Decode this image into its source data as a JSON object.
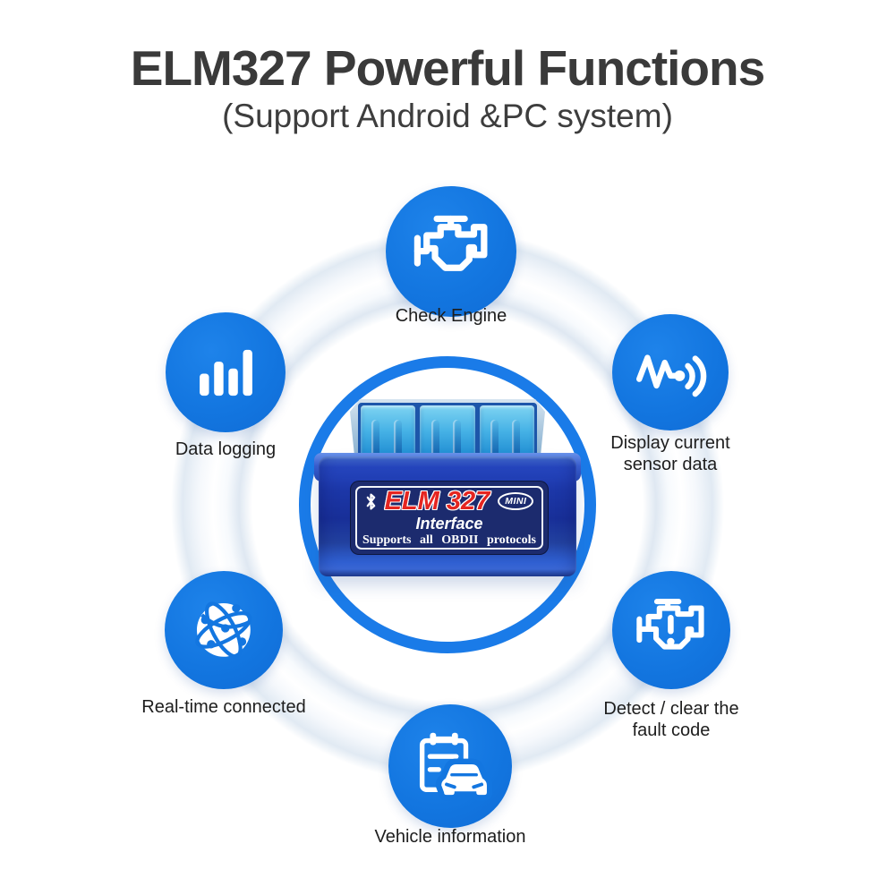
{
  "header": {
    "title": "ELM327 Powerful Functions",
    "subtitle": "(Support Android &PC system)"
  },
  "features": [
    {
      "name": "check-engine",
      "icon": "engine-icon",
      "label": [
        "Check Engine"
      ]
    },
    {
      "name": "data-logging",
      "icon": "bar-chart-icon",
      "label": [
        "Data logging"
      ]
    },
    {
      "name": "sensor-data",
      "icon": "waveform-signal-icon",
      "label": [
        "Display current",
        "sensor data"
      ]
    },
    {
      "name": "realtime",
      "icon": "globe-network-icon",
      "label": [
        "Real-time connected"
      ]
    },
    {
      "name": "fault-code",
      "icon": "engine-warning-icon",
      "label": [
        "Detect / clear the",
        "fault code"
      ]
    },
    {
      "name": "vehicle-info",
      "icon": "clipboard-car-icon",
      "label": [
        "Vehicle information"
      ]
    }
  ],
  "device": {
    "bluetooth_icon": "bluetooth-icon",
    "brand": "ELM 327",
    "badge": "MINI",
    "line2": "Interface",
    "line3": "Supports  all  OBDII  protocols"
  },
  "colors": {
    "accent_blue": "#1376e0",
    "ring_blue": "#1a7be8",
    "brand_red": "#e52520",
    "panel_navy": "#1c2b6e",
    "connector_cyan": "#46b2e6",
    "title_gray": "#3a3a3a"
  }
}
